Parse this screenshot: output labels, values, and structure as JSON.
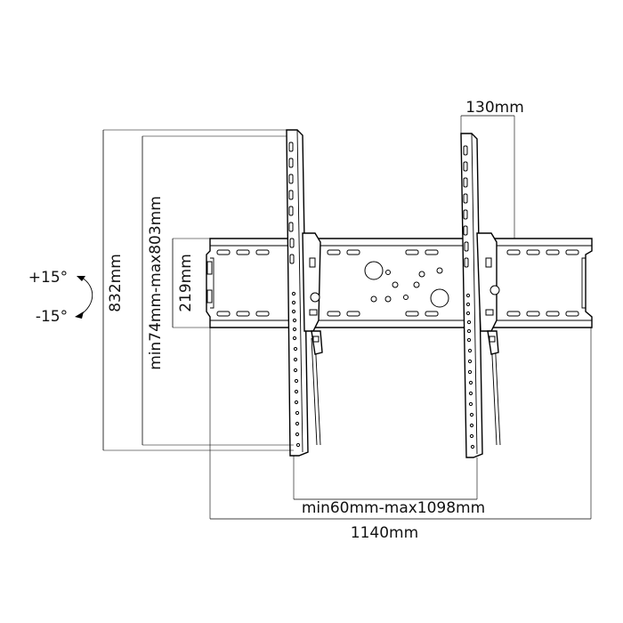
{
  "dimensions": {
    "top_offset": "130mm",
    "total_height": "832mm",
    "vertical_hole_range": "min74mm-max803mm",
    "rail_height": "219mm",
    "horizontal_hole_range": "min60mm-max1098mm",
    "total_width": "1140mm"
  },
  "tilt": {
    "up": "+15°",
    "down": "-15°"
  },
  "colors": {
    "line": "#000000",
    "background": "#ffffff"
  }
}
